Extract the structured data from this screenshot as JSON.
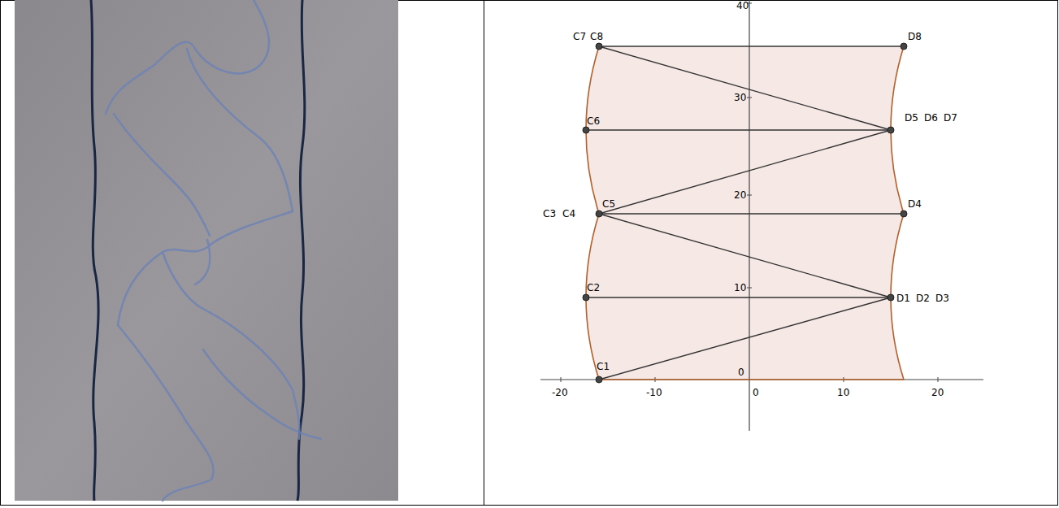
{
  "diagram": {
    "labels": [
      "40",
      "C7",
      "C8",
      "D8",
      "30",
      "C6",
      "D5",
      "D6",
      "D7",
      "20",
      "C3",
      "C4",
      "C5",
      "D4",
      "C2",
      "10",
      "D1",
      "D2",
      "D3",
      "C1",
      "0",
      "-20",
      "-10",
      "0",
      "10",
      "20"
    ]
  }
}
